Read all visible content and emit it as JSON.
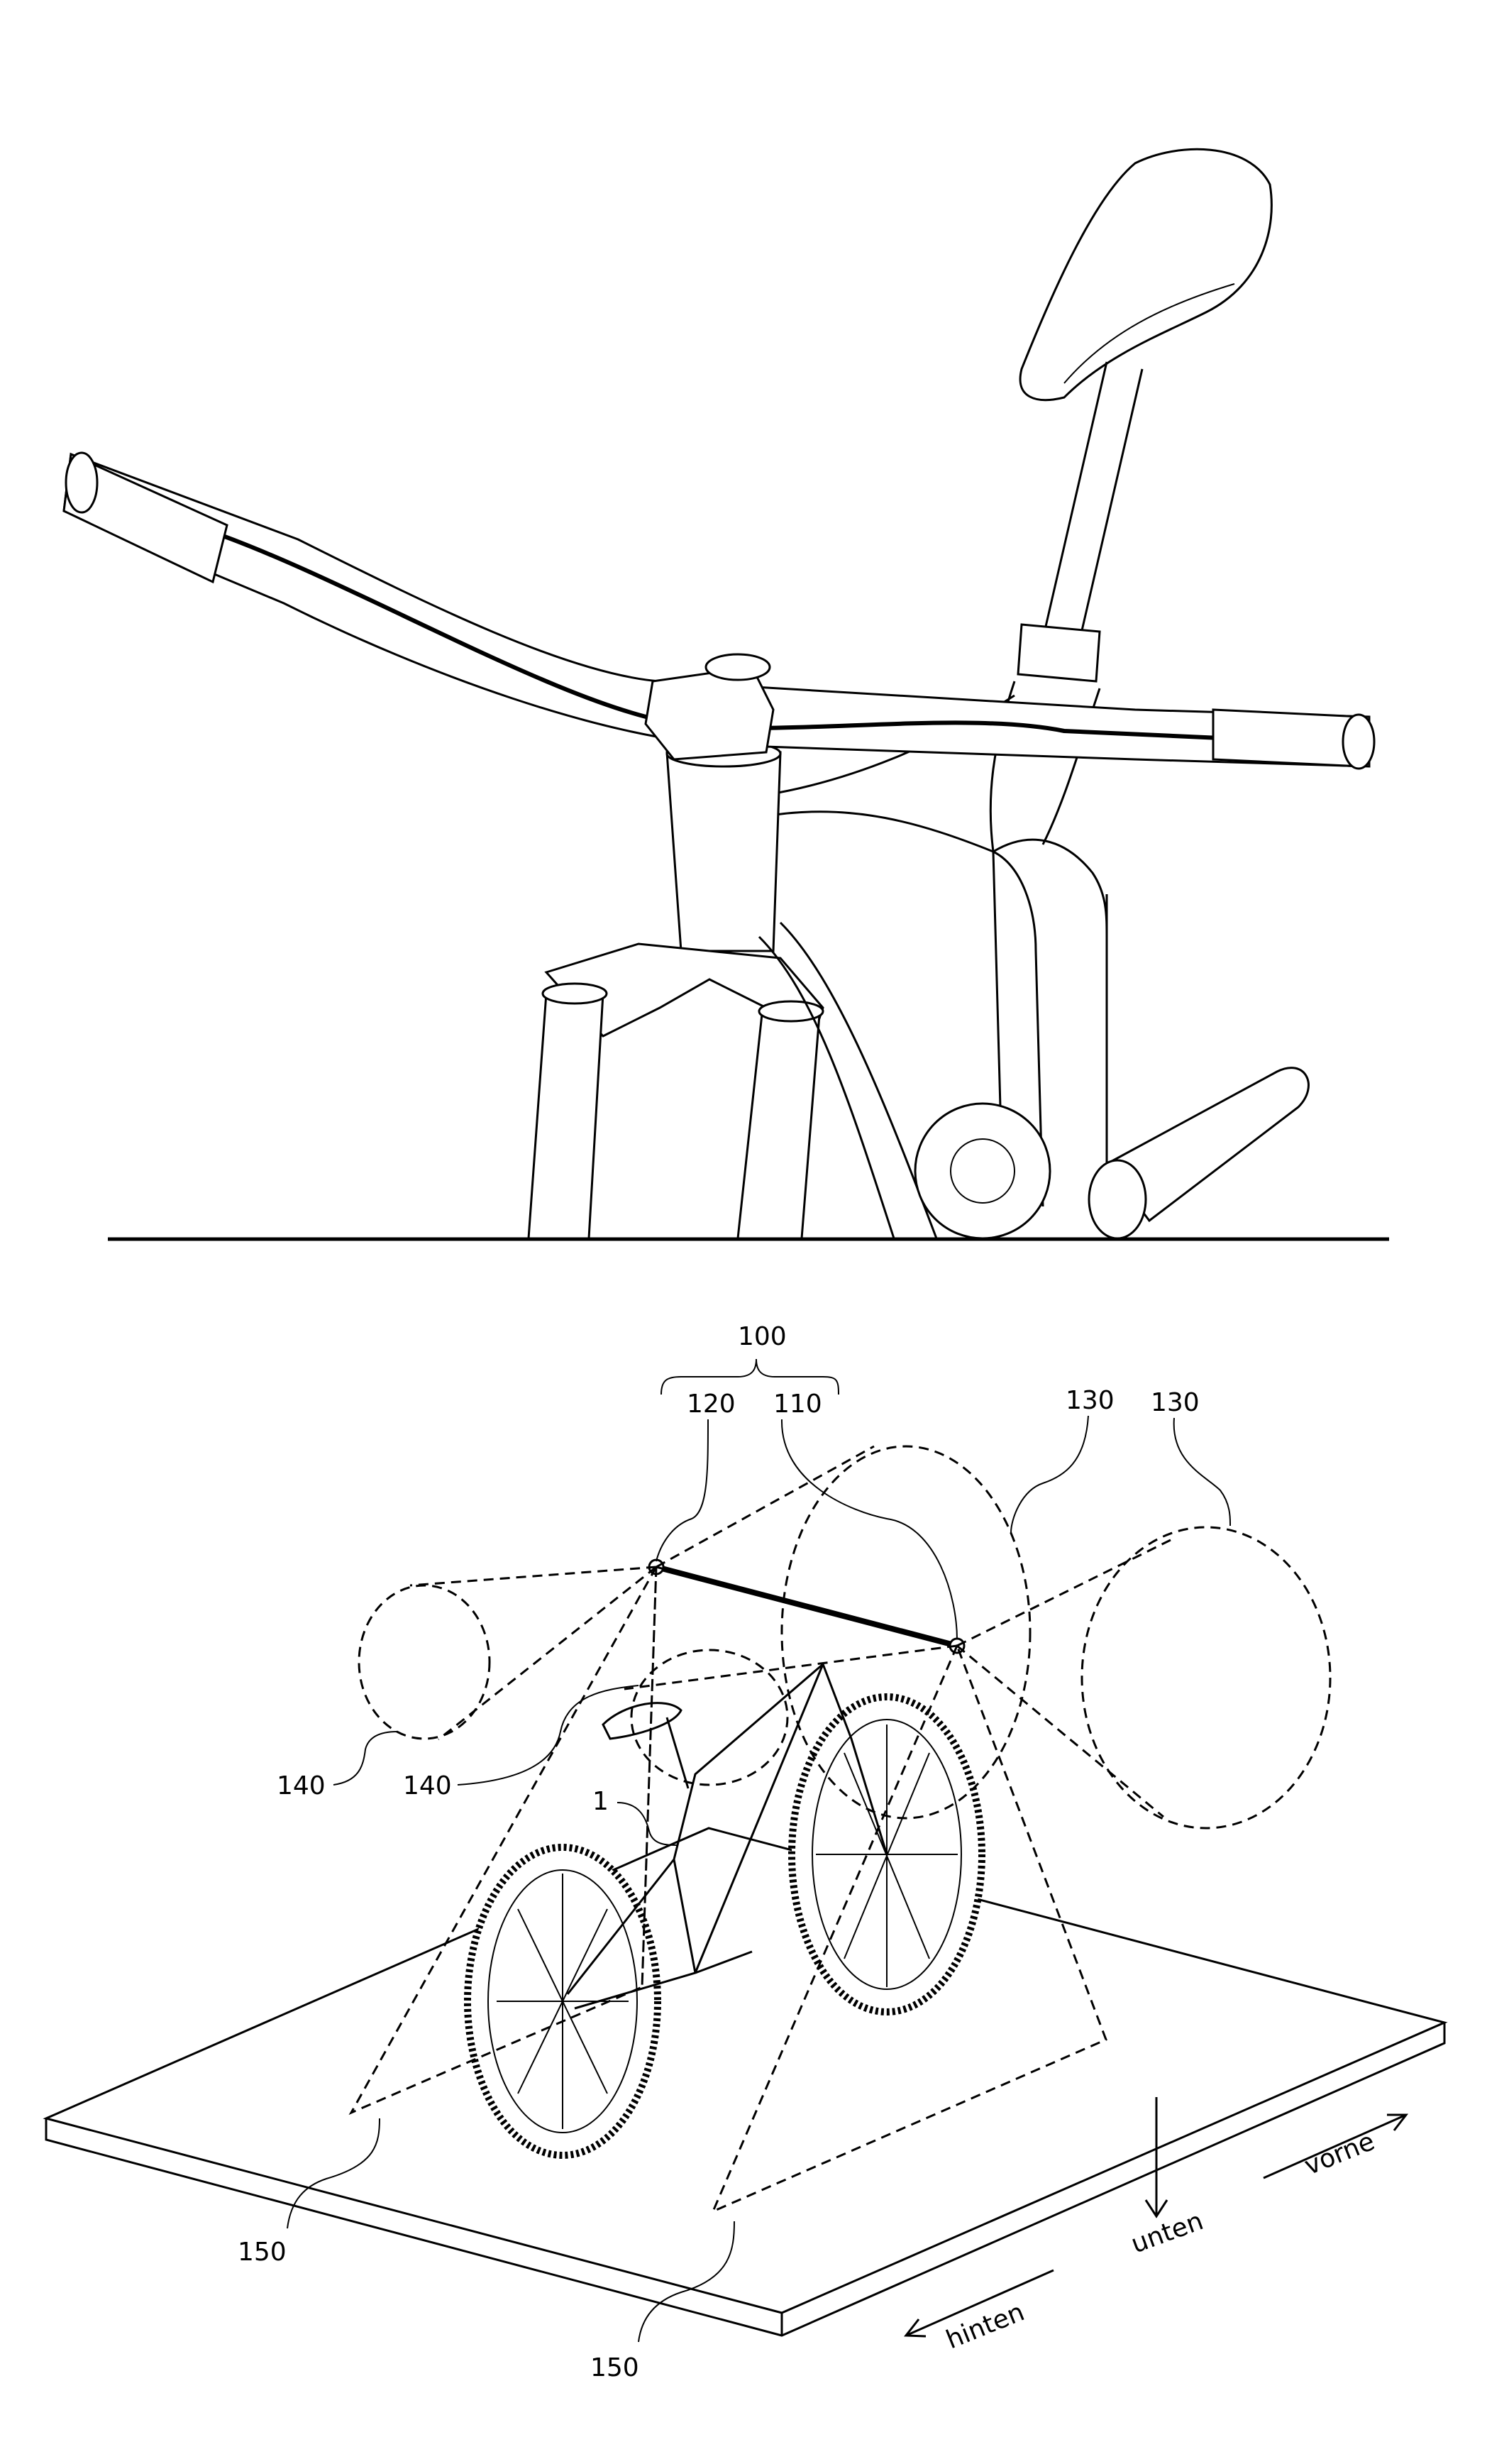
{
  "figure_labels": {
    "system": "100",
    "sensor_left": "120",
    "sensor_right": "110",
    "detection_zone_1": "130",
    "detection_zone_2": "130",
    "side_zone_1": "140",
    "side_zone_2": "140",
    "bicycle": "1",
    "ground_zone_1": "150",
    "ground_zone_2": "150"
  },
  "directions": {
    "down": "unten",
    "front": "vorne",
    "rear": "hinten"
  }
}
